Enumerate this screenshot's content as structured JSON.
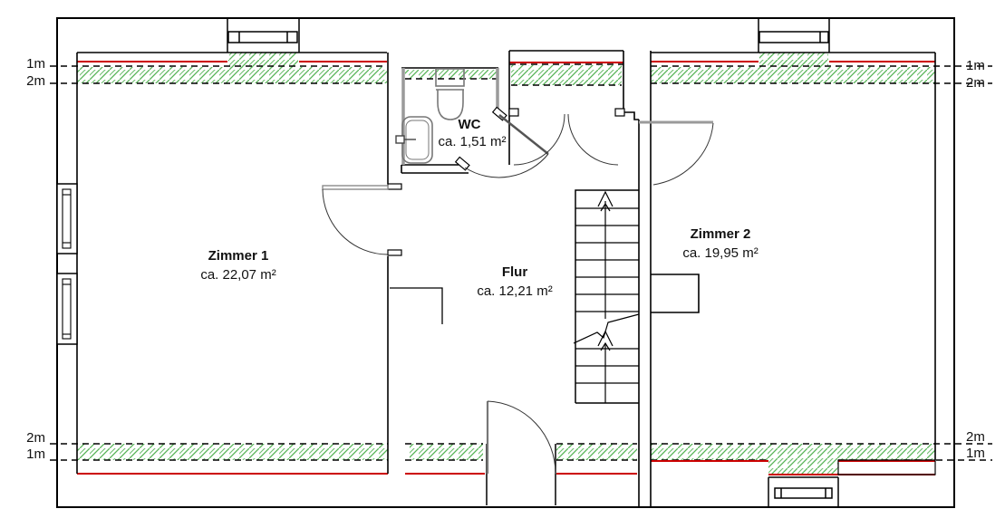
{
  "plan": {
    "rooms": [
      {
        "name": "Zimmer 1",
        "area": "ca. 22,07 m²"
      },
      {
        "name": "WC",
        "area": "ca. 1,51 m²"
      },
      {
        "name": "Flur",
        "area": "ca. 12,21 m²"
      },
      {
        "name": "Zimmer 2",
        "area": "ca. 19,95 m²"
      }
    ],
    "height_markers": {
      "one": "1m",
      "two": "2m"
    },
    "colors": {
      "wall": "#000000",
      "one_meter_line": "#cc0000",
      "hatch_green": "#56b356",
      "fixture_gray": "#999999"
    }
  }
}
